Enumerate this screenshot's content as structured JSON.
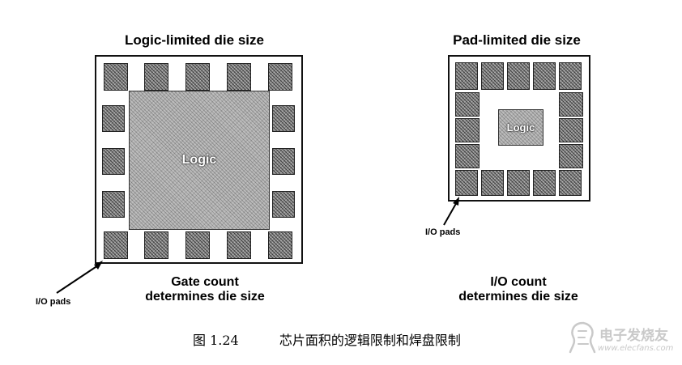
{
  "left": {
    "title": "Logic-limited die size",
    "logic_label": "Logic",
    "pad_label": "I/O pads",
    "bottom_line1": "Gate count",
    "bottom_line2": "determines die size"
  },
  "right": {
    "title": "Pad-limited die size",
    "logic_label": "Logic",
    "pad_label": "I/O pads",
    "bottom_line1": "I/O count",
    "bottom_line2": "determines die size"
  },
  "figure_caption": {
    "number": "图 1.24",
    "text": "芯片面积的逻辑限制和焊盘限制"
  },
  "watermark": {
    "brand": "电子发烧友",
    "url": "www.elecfans.com",
    "icon": "ef-logo-icon"
  }
}
